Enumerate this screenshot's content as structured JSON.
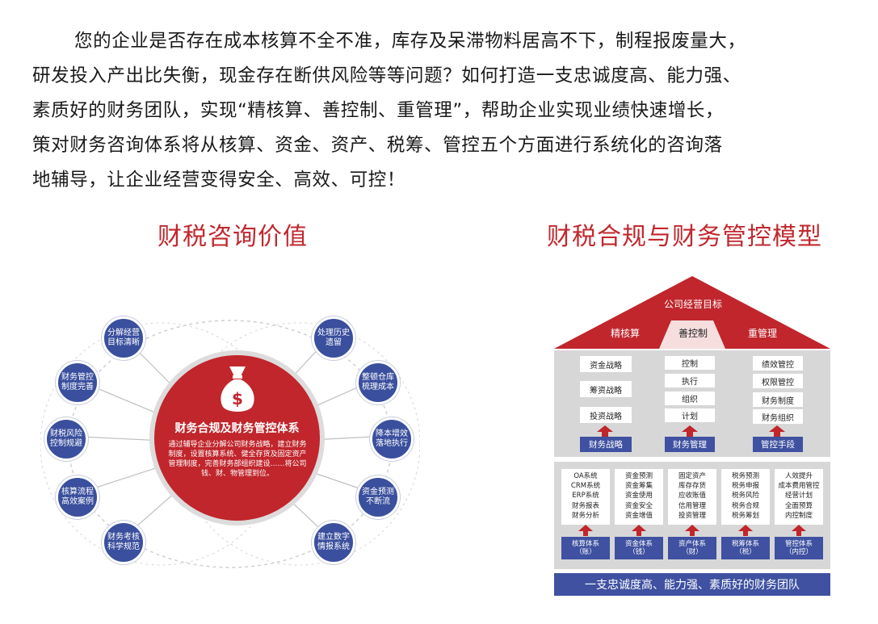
{
  "intro": {
    "lines": [
      "您的企业是否存在成本核算不全不准，库存及呆滞物料居高不下，制程报废量大，",
      "研发投入产出比失衡，现金存在断供风险等等问题？如何打造一支忠诚度高、能力强、",
      "素质好的财务团队，实现“精核算、善控制、重管理”，帮助企业实现业绩快速增长，",
      "策对财务咨询体系将从核算、资金、资产、税筹、管控五个方面进行系统化的咨询落",
      "地辅导，让企业经营变得安全、高效、可控！"
    ]
  },
  "left_diagram": {
    "title": "财税咨询价值",
    "center_title": "财务合规及财务管控体系",
    "center_desc": "通过辅导企业分解公司财务战略，建立财务制度，设置核算系统、健全存货及固定资产管理制度，完善财务部组织建设……将公司钱、财、物管理到位。",
    "money_symbol": "$",
    "nodes": [
      "分解经营目标清晰",
      "处理历史遗留",
      "财务管控制度完善",
      "整顿仓库梳理成本",
      "财税风险控制规避",
      "降本增效落地执行",
      "核算流程高效案例",
      "资金预测不断流",
      "财务考核科学规范",
      "建立数字情报系统"
    ]
  },
  "right_diagram": {
    "title": "财税合规与财务管控模型",
    "roof_top": "公司经营目标",
    "roof_left": "精核算",
    "roof_mid": "善控制",
    "roof_right": "重管理",
    "col1_items": [
      "资金战略",
      "筹资战略",
      "投资战略"
    ],
    "col2_items": [
      "控制",
      "执行",
      "组织",
      "计划"
    ],
    "col3_items": [
      "绩效管控",
      "权限管控",
      "财务制度",
      "财务组织"
    ],
    "mid_buttons": [
      "财务战略",
      "财务管理",
      "管控手段"
    ],
    "lower_cols": [
      [
        "OA系统",
        "CRM系统",
        "ERP系统",
        "财务报表",
        "财务分析"
      ],
      [
        "资金预测",
        "资金筹集",
        "资金使用",
        "资金安全",
        "资金增值"
      ],
      [
        "固定资产",
        "库存存货",
        "应收账值",
        "信用管理",
        "投资管理"
      ],
      [
        "税务预测",
        "税务申报",
        "税务风险",
        "税务合规",
        "税务筹划"
      ],
      [
        "人效提升",
        "成本费用管控",
        "经营计划",
        "全面预算",
        "内控制度"
      ]
    ],
    "lower_buttons": [
      {
        "line1": "核算体系",
        "line2": "（账）"
      },
      {
        "line1": "资金体系",
        "line2": "（钱）"
      },
      {
        "line1": "资产体系",
        "line2": "（财）"
      },
      {
        "line1": "税筹体系",
        "line2": "（税）"
      },
      {
        "line1": "管控体系",
        "line2": "（内控）"
      }
    ],
    "foundation": "一支忠诚度高、能力强、素质好的财务团队",
    "colors": {
      "red": "#c0262c",
      "blue": "#3f51a0",
      "gray": "#d7d7d7"
    }
  }
}
